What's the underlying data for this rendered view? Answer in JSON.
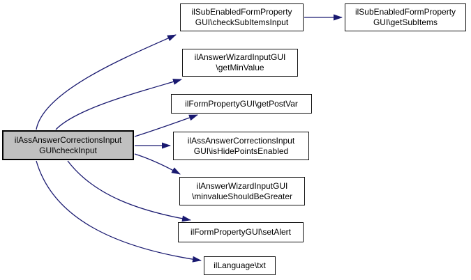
{
  "diagram": {
    "type": "call-graph",
    "colors": {
      "edge": "#191970",
      "node_fill": "#ffffff",
      "node_border": "#000000",
      "highlight_fill": "#c0c0c0",
      "text": "#000000"
    },
    "nodes": [
      {
        "id": "checkInput",
        "highlighted": true,
        "lines": [
          "ilAssAnswerCorrectionsInput",
          "GUI\\checkInput"
        ]
      },
      {
        "id": "checkSubItemsInput",
        "highlighted": false,
        "lines": [
          "ilSubEnabledFormProperty",
          "GUI\\checkSubItemsInput"
        ]
      },
      {
        "id": "getSubItems",
        "highlighted": false,
        "lines": [
          "ilSubEnabledFormProperty",
          "GUI\\getSubItems"
        ]
      },
      {
        "id": "getMinValue",
        "highlighted": false,
        "lines": [
          "ilAnswerWizardInputGUI",
          "\\getMinValue"
        ]
      },
      {
        "id": "getPostVar",
        "highlighted": false,
        "lines": [
          "ilFormPropertyGUI\\getPostVar"
        ]
      },
      {
        "id": "isHidePointsEnabled",
        "highlighted": false,
        "lines": [
          "ilAssAnswerCorrectionsInput",
          "GUI\\isHidePointsEnabled"
        ]
      },
      {
        "id": "minvalueShouldBeGreater",
        "highlighted": false,
        "lines": [
          "ilAnswerWizardInputGUI",
          "\\minvalueShouldBeGreater"
        ]
      },
      {
        "id": "setAlert",
        "highlighted": false,
        "lines": [
          "ilFormPropertyGUI\\setAlert"
        ]
      },
      {
        "id": "txt",
        "highlighted": false,
        "lines": [
          "ilLanguage\\txt"
        ]
      }
    ],
    "edges": [
      {
        "from": "checkInput",
        "to": "checkSubItemsInput"
      },
      {
        "from": "checkSubItemsInput",
        "to": "getSubItems"
      },
      {
        "from": "checkInput",
        "to": "getMinValue"
      },
      {
        "from": "checkInput",
        "to": "getPostVar"
      },
      {
        "from": "checkInput",
        "to": "isHidePointsEnabled"
      },
      {
        "from": "checkInput",
        "to": "minvalueShouldBeGreater"
      },
      {
        "from": "checkInput",
        "to": "setAlert"
      },
      {
        "from": "checkInput",
        "to": "txt"
      }
    ]
  }
}
